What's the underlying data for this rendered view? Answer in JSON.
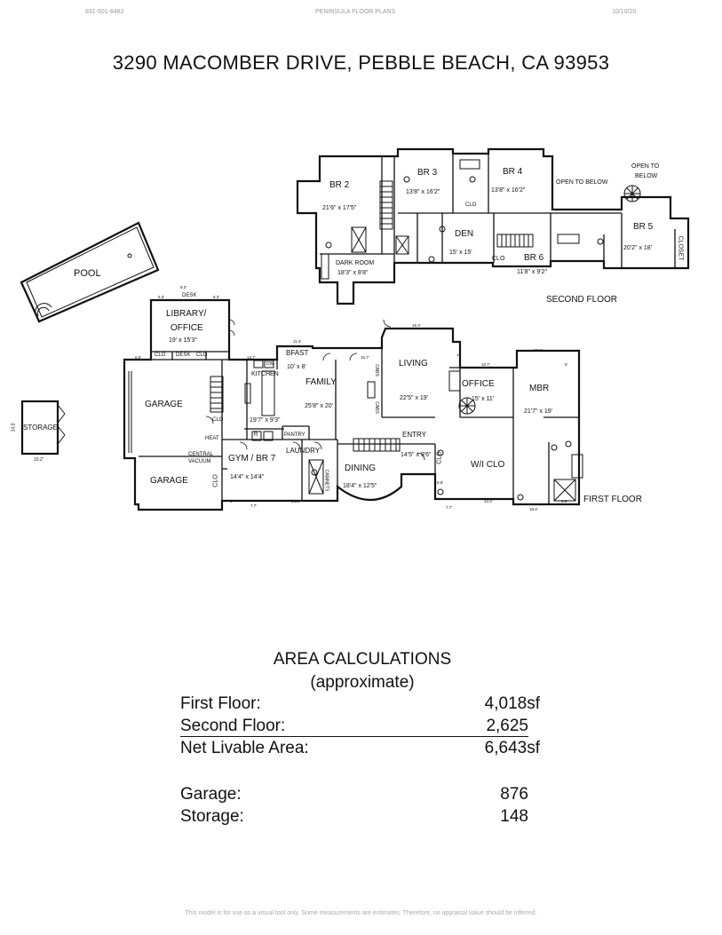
{
  "header": {
    "phone": "831-601-8482",
    "company": "PENINSULA FLOOR PLANS",
    "date": "10/10/20"
  },
  "title": "3290 MACOMBER DRIVE, PEBBLE BEACH, CA  93953",
  "second_floor": {
    "label": "SECOND FLOOR",
    "rooms": [
      {
        "name": "BR 2",
        "size": "21'6\" x 17'5\""
      },
      {
        "name": "BR 3",
        "size": "13'8\" x 16'2\""
      },
      {
        "name": "BR 4",
        "size": "13'8\" x 16'2\""
      },
      {
        "name": "BR 5",
        "size": "20'2\" x 18'"
      },
      {
        "name": "BR 6",
        "size": "11'8\" x 9'2\""
      },
      {
        "name": "DEN",
        "size": "15' x 15'"
      },
      {
        "name": "DARK ROOM",
        "size": "18'3\" x 8'8\""
      }
    ],
    "notes": {
      "open_to_below_1": "OPEN TO BELOW",
      "open_to_below_2a": "OPEN TO",
      "open_to_below_2b": "BELOW",
      "closet": "CLOSET",
      "clo": "CLO"
    }
  },
  "first_floor": {
    "label": "FIRST FLOOR",
    "rooms": [
      {
        "name": "LIBRARY/",
        "name2": "OFFICE",
        "size": "19' x 15'3\""
      },
      {
        "name": "GARAGE",
        "size": ""
      },
      {
        "name": "GARAGE",
        "size": ""
      },
      {
        "name": "KITCHEN",
        "size": "19'7\" x 9'3\""
      },
      {
        "name": "BFAST",
        "size": "10' x 8'"
      },
      {
        "name": "FAMILY",
        "size": "25'8\" x 20'"
      },
      {
        "name": "LIVING",
        "size": "22'5\" x 19'"
      },
      {
        "name": "OFFICE",
        "size": "15' x 11'"
      },
      {
        "name": "MBR",
        "size": "21'7\" x 19'"
      },
      {
        "name": "GYM / BR 7",
        "size": "14'4\" x 14'4\""
      },
      {
        "name": "LAUNDRY",
        "size": ""
      },
      {
        "name": "DINING",
        "size": "18'4\" x 12'5\""
      },
      {
        "name": "ENTRY",
        "size": "14'5\" x 9'6\""
      },
      {
        "name": "W/I CLO",
        "size": ""
      }
    ],
    "notes": {
      "desk": "DESK",
      "clo": "CLO",
      "heat": "HEAT",
      "central_vacuum_1": "CENTRAL",
      "central_vacuum_2": "VACUUM",
      "pantry": "PANTRY",
      "cabinets": "CABINETS",
      "dw": "DW",
      "r": "R",
      "cabs": "CABS"
    }
  },
  "pool": {
    "label": "POOL"
  },
  "storage": {
    "label": "STORAGE",
    "dim_w": "10.2'",
    "dim_h": "14.5'"
  },
  "areas": {
    "title": "AREA CALCULATIONS",
    "subtitle": "(approximate)",
    "rows": [
      {
        "label": "First  Floor:",
        "value": "4,018sf"
      },
      {
        "label": "Second Floor:",
        "value": "2,625"
      },
      {
        "label": "Net Livable Area:",
        "value": "6,643sf"
      },
      {
        "label": "Garage:",
        "value": "876"
      },
      {
        "label": "Storage:",
        "value": "148"
      }
    ]
  },
  "footer": "This model is for use as a visual tool only.  Some measurements are estimates.  Therefore, no appraisal value should be inferred."
}
